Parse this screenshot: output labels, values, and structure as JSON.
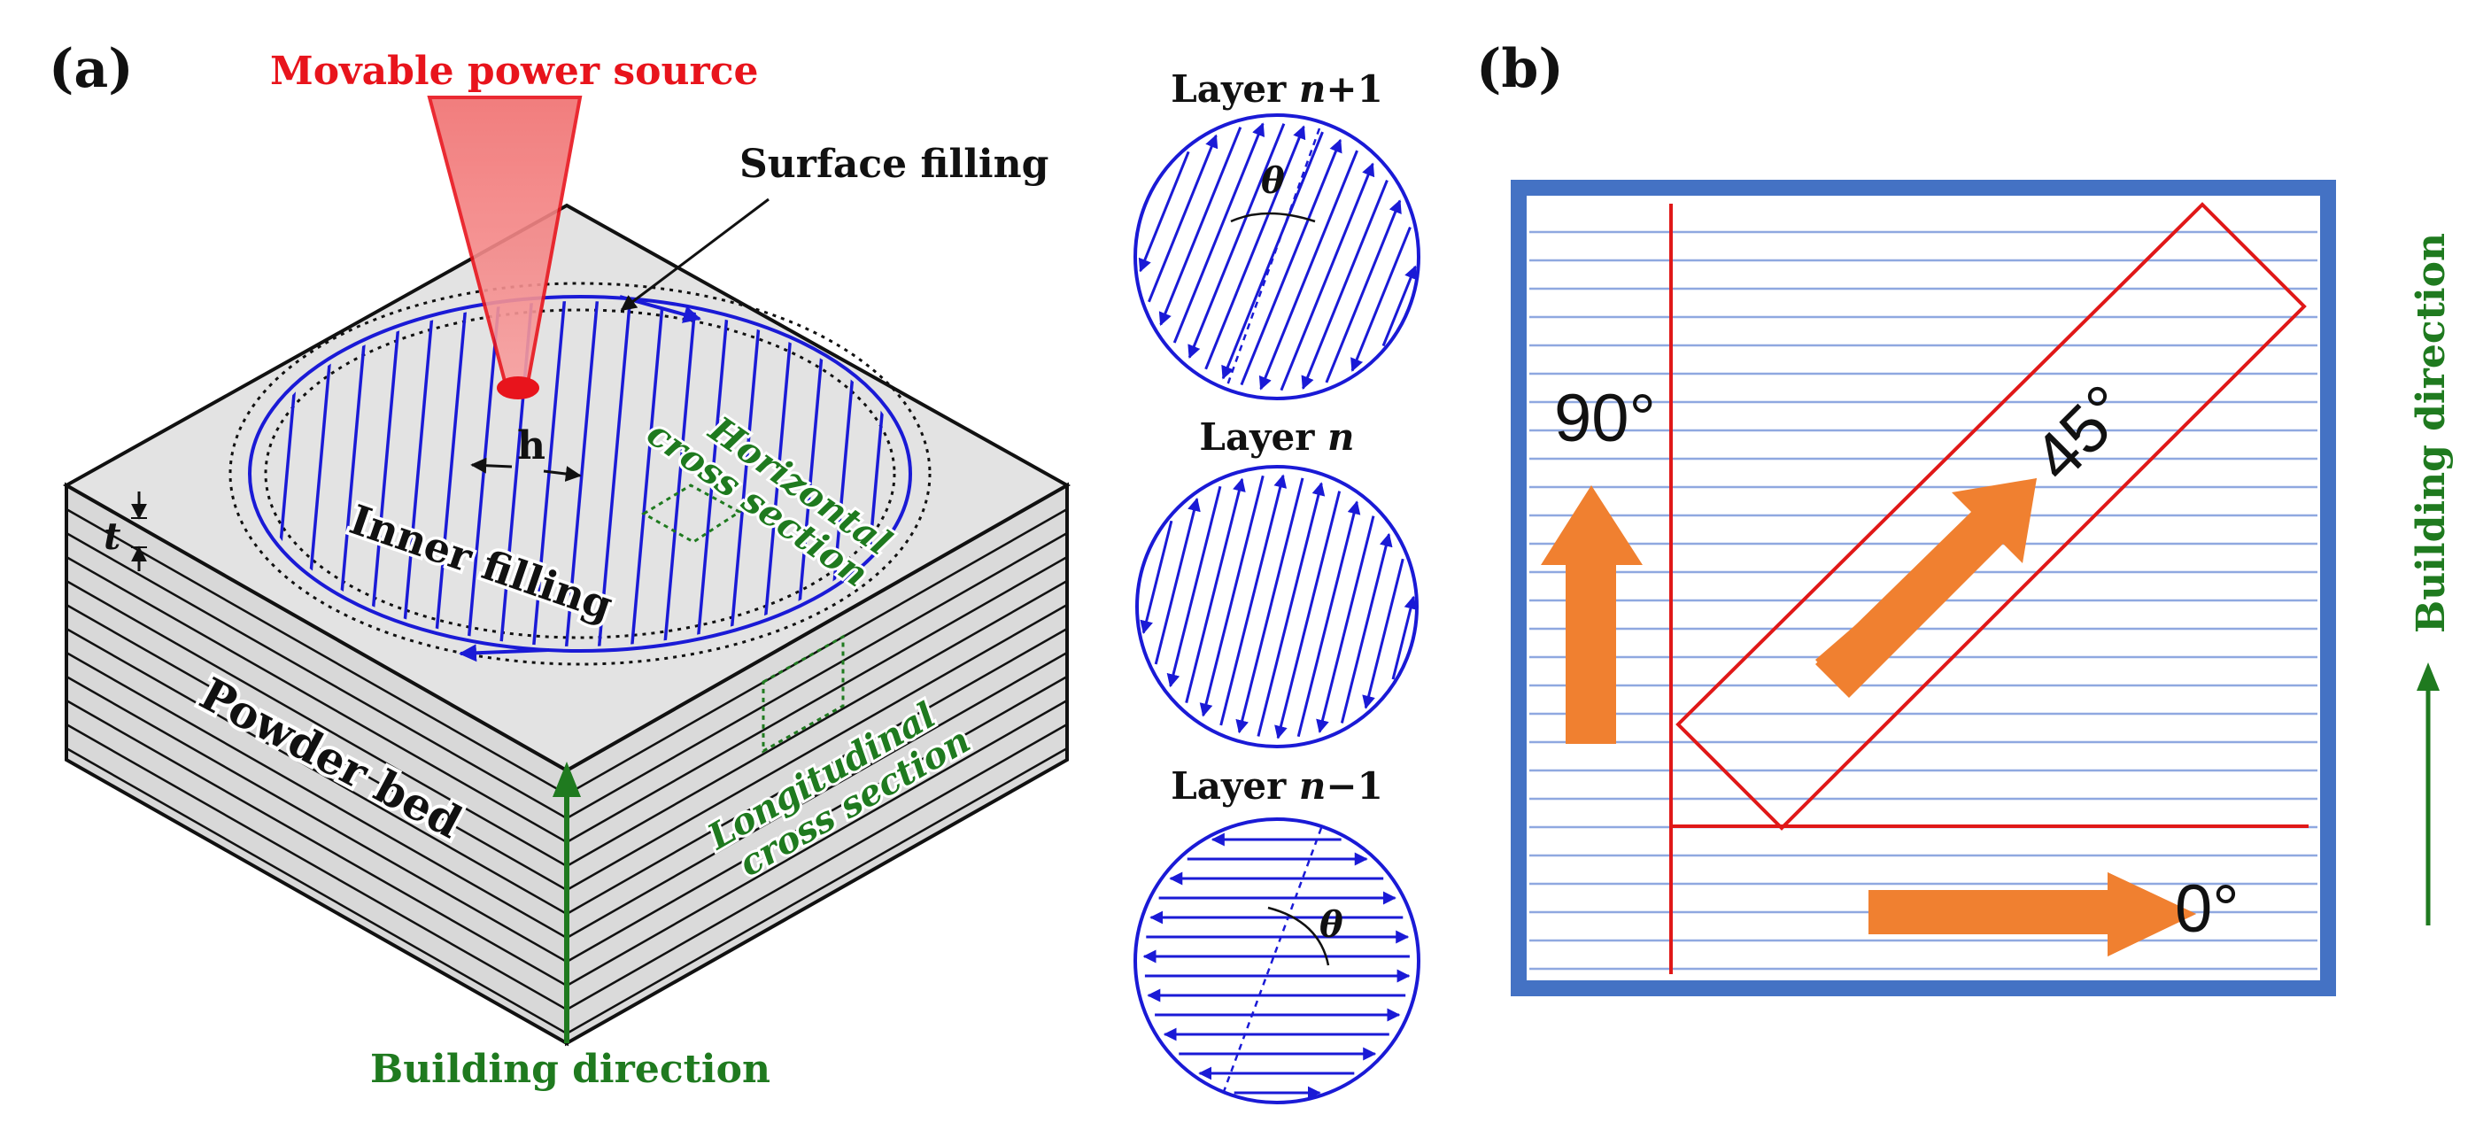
{
  "panel_a": {
    "label": "(a)",
    "power_source_label": "Movable power source",
    "surface_filling_label": "Surface filling",
    "hatch_spacing_label": "h",
    "layer_thickness_label": "t",
    "inner_filling_label": "Inner filling",
    "horizontal_section_line1": "Horizontal",
    "horizontal_section_line2": "cross section",
    "longitudinal_section_line1": "Longitudinal",
    "longitudinal_section_line2": "cross section",
    "powder_bed_label": "Powder bed",
    "building_direction_label": "Building direction",
    "layers": [
      {
        "name_prefix": "Layer ",
        "name_var": "n",
        "name_suffix": "+1",
        "angle_label": "θ"
      },
      {
        "name_prefix": "Layer ",
        "name_var": "n",
        "name_suffix": "",
        "angle_label": ""
      },
      {
        "name_prefix": "Layer ",
        "name_var": "n",
        "name_suffix": "−1",
        "angle_label": "θ"
      }
    ]
  },
  "panel_b": {
    "label": "(b)",
    "orientations": [
      {
        "label": "90°",
        "angle_deg": 90
      },
      {
        "label": "45°",
        "angle_deg": 45
      },
      {
        "label": "0°",
        "angle_deg": 0
      }
    ],
    "building_direction_label": "Building direction"
  },
  "colors": {
    "scan_blue": "#1a1ad6",
    "source_red": "#e8141c",
    "section_green": "#1f7a1f",
    "arrow_orange": "#f08030",
    "frame_blue": "#4472c4",
    "layer_line_blue": "#8fa8e0",
    "outline_red": "#e01818",
    "bed_top": "#e3e3e3",
    "bed_side": "#d9d9d9"
  }
}
